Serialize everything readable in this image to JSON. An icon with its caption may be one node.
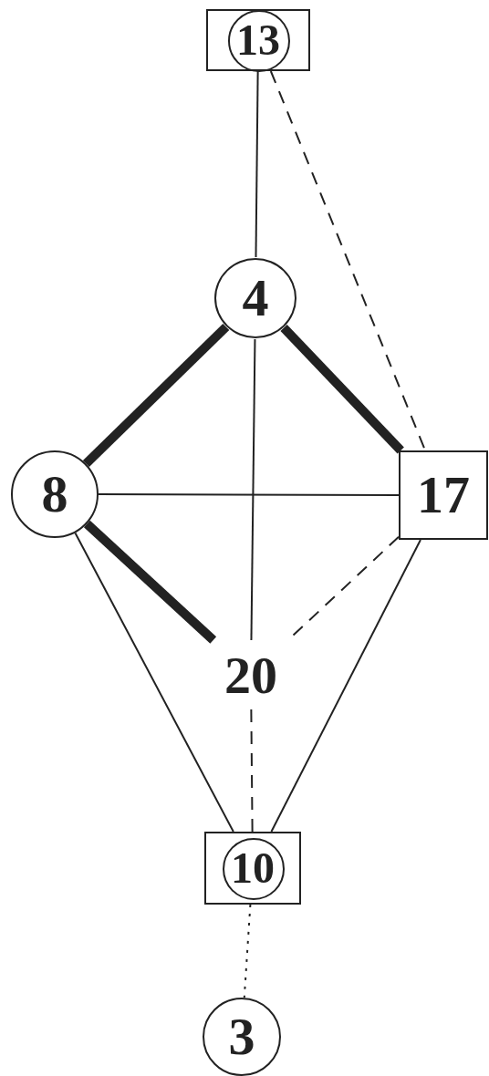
{
  "diagram": {
    "nodes": [
      {
        "text": [
          "13"
        ]
      },
      {
        "text": [
          "4"
        ]
      },
      {
        "text": [
          "8"
        ]
      },
      {
        "text": [
          "17"
        ]
      },
      {
        "text": [
          "20"
        ]
      },
      {
        "text": [
          "10"
        ]
      },
      {
        "text": [
          "3"
        ]
      }
    ],
    "edges": [
      {
        "from": 0,
        "to": 1,
        "arrow": "none"
      },
      {
        "from": 0,
        "to": 3,
        "arrow": "none",
        "style": "dashed"
      },
      {
        "from": 1,
        "to": 2,
        "arrow": "none",
        "style": "thick"
      },
      {
        "from": 1,
        "to": 3,
        "arrow": "none",
        "style": "thick"
      },
      {
        "from": 1,
        "to": 4,
        "arrow": "none"
      },
      {
        "from": 2,
        "to": 3,
        "arrow": "none"
      },
      {
        "from": 2,
        "to": 4,
        "arrow": "none",
        "style": "thick"
      },
      {
        "from": 2,
        "to": 5,
        "arrow": "none"
      },
      {
        "from": 3,
        "to": 4,
        "arrow": "none",
        "style": "dashed"
      },
      {
        "from": 3,
        "to": 5,
        "arrow": "none"
      },
      {
        "from": 4,
        "to": 5,
        "arrow": "none",
        "style": "dashed"
      },
      {
        "from": 5,
        "to": 6,
        "arrow": "none",
        "style": "dashed"
      }
    ]
  }
}
